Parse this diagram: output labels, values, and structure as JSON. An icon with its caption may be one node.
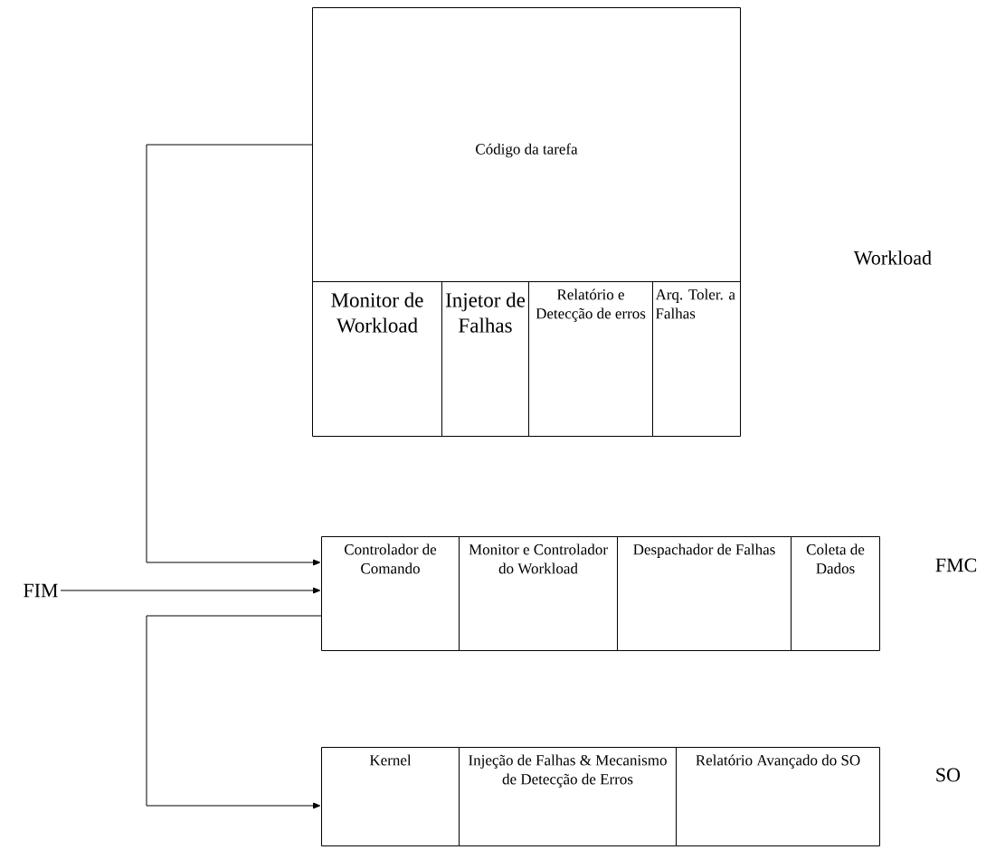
{
  "diagram": {
    "nodes": [
      {
        "text": [
          "Código da tarefa"
        ]
      },
      {
        "text": [
          "Monitor de Workload"
        ]
      },
      {
        "text": [
          "Injetor de Falhas"
        ]
      },
      {
        "text": [
          "Relatório e Detecção de erros"
        ]
      },
      {
        "text": [
          "Arq. Toler. a Falhas"
        ]
      },
      {
        "text": [
          "Controlador de Comando"
        ]
      },
      {
        "text": [
          "Monitor e Controlador do Workload"
        ]
      },
      {
        "text": [
          "Despachador de Falhas"
        ]
      },
      {
        "text": [
          "Coleta de Dados"
        ]
      },
      {
        "text": [
          "Kernel"
        ]
      },
      {
        "text": [
          "Injeção de Falhas & Mecanismo de Detecção de Erros"
        ]
      },
      {
        "text": [
          "Relatório Avançado do SO"
        ]
      },
      {
        "text": [
          "FIM"
        ]
      }
    ],
    "edges": [
      {
        "from": 0,
        "to": 5,
        "arrow": "to"
      },
      {
        "from": 12,
        "to": 5,
        "arrow": "to"
      },
      {
        "from": 5,
        "to": 9,
        "arrow": "to"
      }
    ],
    "labels": [
      "Workload",
      "FMC",
      "SO"
    ]
  }
}
